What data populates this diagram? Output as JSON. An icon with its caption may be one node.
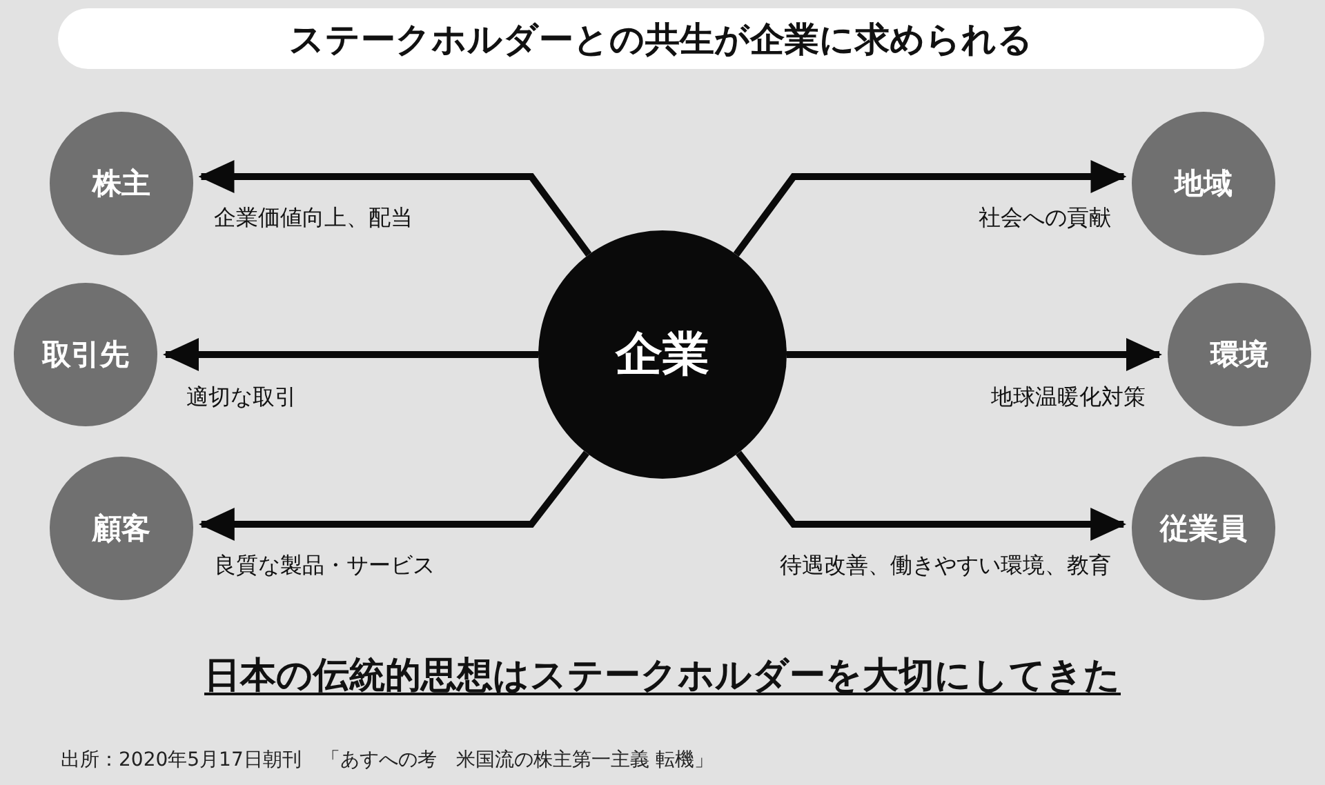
{
  "diagram": {
    "title": "ステークホルダーとの共生が企業に求められる",
    "nodes": [
      {
        "text": [
          "企業"
        ]
      },
      {
        "text": [
          "株主"
        ]
      },
      {
        "text": [
          "取引先"
        ]
      },
      {
        "text": [
          "顧客"
        ]
      },
      {
        "text": [
          "地域"
        ]
      },
      {
        "text": [
          "環境"
        ]
      },
      {
        "text": [
          "従業員"
        ]
      }
    ],
    "edges": [
      {
        "from": 0,
        "to": 1,
        "arrow": "to",
        "label": "企業価値向上、配当"
      },
      {
        "from": 0,
        "to": 2,
        "arrow": "to",
        "label": "適切な取引"
      },
      {
        "from": 0,
        "to": 3,
        "arrow": "to",
        "label": "良質な製品・サービス"
      },
      {
        "from": 0,
        "to": 4,
        "arrow": "to",
        "label": "社会への貢献"
      },
      {
        "from": 0,
        "to": 5,
        "arrow": "to",
        "label": "地球温暖化対策"
      },
      {
        "from": 0,
        "to": 6,
        "arrow": "to",
        "label": "待遇改善、働きやすい環境、教育"
      }
    ],
    "labels": [
      "日本の伝統的思想はステークホルダーを大切にしてきた",
      "出所：2020年5月17日朝刊　「あすへの考　米国流の株主第一主義 転機」"
    ]
  }
}
